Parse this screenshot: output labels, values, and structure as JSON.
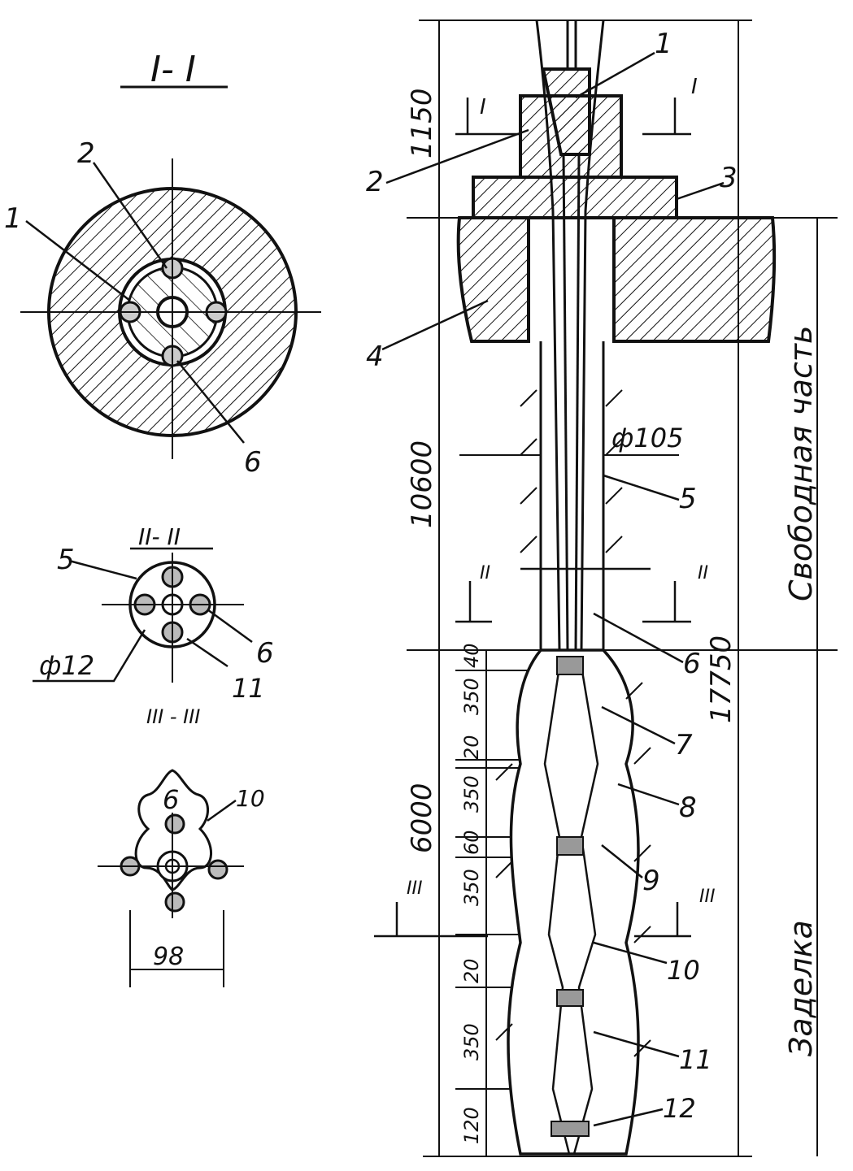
{
  "section_views": {
    "section_1": {
      "title": "I- I",
      "callouts": [
        "1",
        "2",
        "6"
      ]
    },
    "section_2": {
      "title": "II- II",
      "callouts": [
        "5",
        "6",
        "11"
      ],
      "dimension": "ф12"
    },
    "section_3": {
      "title": "III - III",
      "callouts": [
        "6",
        "10"
      ],
      "dimension": "98"
    }
  },
  "main_view": {
    "dimensions_left": [
      "1150",
      "10600",
      "6000"
    ],
    "segment_dims": [
      "40",
      "350",
      "20",
      "350",
      "60",
      "350",
      "20",
      "350",
      "120"
    ],
    "dimension_diameter": "ф105",
    "dimension_total": "17750",
    "section_marks": {
      "i": "I",
      "ii": "II",
      "iii": "III"
    },
    "callouts": [
      "1",
      "2",
      "3",
      "4",
      "5",
      "6",
      "7",
      "8",
      "9",
      "10",
      "11",
      "12"
    ],
    "zone_labels": {
      "free_part": "Свободная часть",
      "anchorage": "Заделка"
    }
  },
  "style": {
    "ink": "#111111",
    "paper": "#ffffff"
  }
}
